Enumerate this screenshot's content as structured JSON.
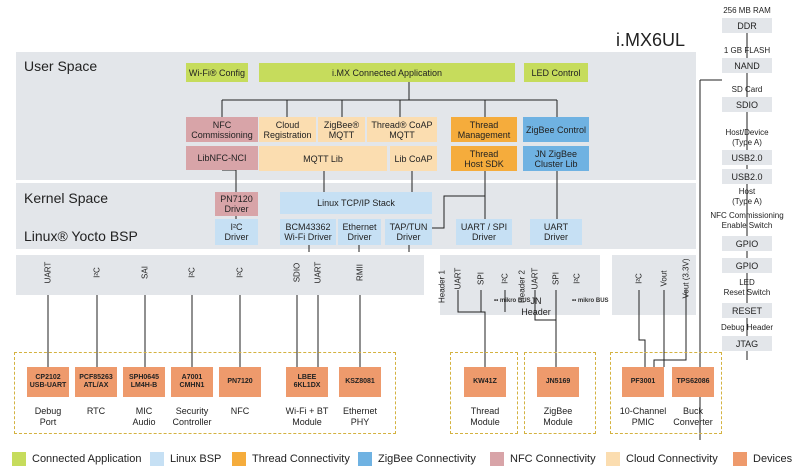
{
  "title": "i.MX6UL",
  "layers": {
    "user": "User Space",
    "kernel": "Kernel Space",
    "bsp": "Linux® Yocto BSP"
  },
  "user_space": {
    "wifi_config": "Wi-Fi® Config",
    "connected_app": "i.MX Connected Application",
    "led_control": "LED Control",
    "nfc_commissioning": "NFC\nCommissioning",
    "cloud_registration": "Cloud\nRegistration",
    "zigbee_mqtt": "ZigBee®\nMQTT",
    "thread_coap_mqtt": "Thread® CoAP\nMQTT",
    "thread_management": "Thread\nManagement",
    "zigbee_control": "ZigBee Control",
    "libnfc": "LibNFC-NCI",
    "mqtt_lib": "MQTT Lib",
    "lib_coap": "Lib CoAP",
    "thread_host_sdk": "Thread\nHost SDK",
    "jn_zigbee_lib": "JN ZigBee\nCluster Lib"
  },
  "kernel": {
    "pn7120_driver": "PN7120\nDriver",
    "i2c_driver": "I²C\nDriver",
    "tcpip_stack": "Linux TCP/IP Stack",
    "bcm_driver": "BCM43362\nWi-Fi Driver",
    "ethernet_driver": "Ethernet\nDriver",
    "taptun_driver": "TAP/TUN\nDriver",
    "uart_spi_driver": "UART / SPI\nDriver",
    "uart_driver": "UART\nDriver"
  },
  "signals": {
    "uart": "UART",
    "i2c": "I²C",
    "sai": "SAI",
    "sdio": "SDIO",
    "rmii": "RMII",
    "header1": "Header 1",
    "spi": "SPI",
    "header2": "Header 2",
    "vout": "Vout",
    "vout33": "Vout (3.3V)"
  },
  "mikrobus": "mikro BUS",
  "jn_header": "JN\nHeader",
  "devices": {
    "cp2102": "CP2102\nUSB-UART",
    "pcf": "PCF85263\nATL/AX",
    "sph": "SPH0645\nLM4H-B",
    "a7001": "A7001\nCMHN1",
    "pn7120": "PN7120",
    "lbee": "LBEE\n6KL1DX",
    "ksz": "KSZ8081",
    "kw41z": "KW41Z",
    "jn5169": "JN5169",
    "pf3001": "PF3001",
    "tps": "TPS62086"
  },
  "captions": {
    "debug": "Debug\nPort",
    "rtc": "RTC",
    "mic": "MIC\nAudio",
    "security": "Security\nController",
    "nfc": "NFC",
    "wifibt": "Wi-Fi + BT\nModule",
    "phy": "Ethernet\nPHY",
    "thread": "Thread\nModule",
    "zigbee": "ZigBee\nModule",
    "pmic": "10-Channel\nPMIC",
    "buck": "Buck\nConverter"
  },
  "right_panel": [
    {
      "label": "256 MB RAM",
      "box": "DDR"
    },
    {
      "label": "1 GB FLASH",
      "box": "NAND"
    },
    {
      "label": "SD Card",
      "box": "SDIO"
    },
    {
      "label": "Host/Device\n(Type A)",
      "box": "USB2.0"
    },
    {
      "label": "",
      "box": "USB2.0"
    },
    {
      "label": "Host\n(Type A)",
      "box": ""
    },
    {
      "label": "NFC Commissioning\nEnable Switch",
      "box": "GPIO"
    },
    {
      "label": "",
      "box": "GPIO"
    },
    {
      "label": "LED\nReset Switch",
      "box": "RESET"
    },
    {
      "label": "Debug Header",
      "box": "JTAG"
    }
  ],
  "legend": [
    {
      "label": "Connected Application",
      "color": "#c6dc5c"
    },
    {
      "label": "Linux BSP",
      "color": "#c6e0f4"
    },
    {
      "label": "Thread Connectivity",
      "color": "#f5ac3c"
    },
    {
      "label": "ZigBee Connectivity",
      "color": "#6fb2e2"
    },
    {
      "label": "NFC Connectivity",
      "color": "#d8a4a8"
    },
    {
      "label": "Cloud Connectivity",
      "color": "#fbddb0"
    },
    {
      "label": "Devices",
      "color": "#ee9a6c"
    }
  ]
}
